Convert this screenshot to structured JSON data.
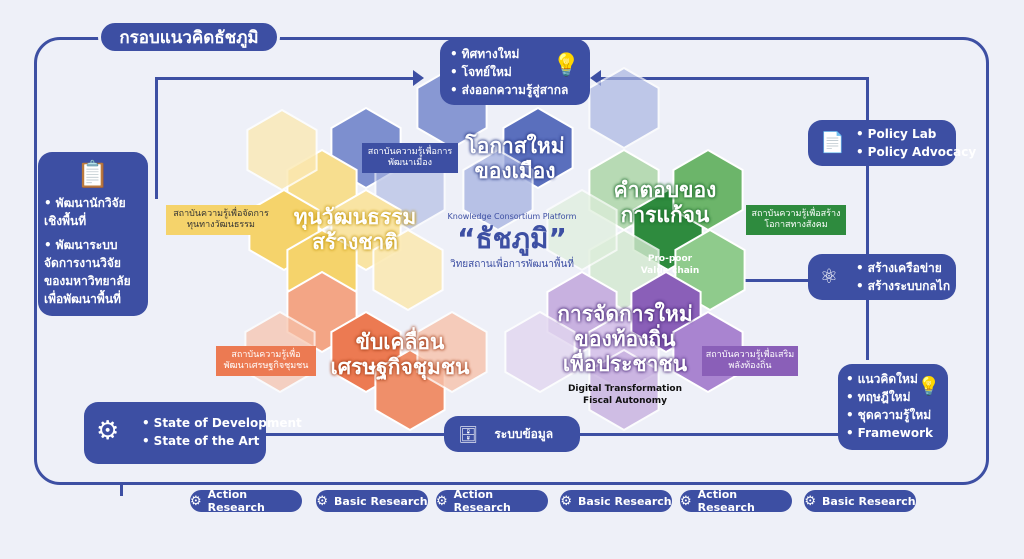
{
  "title": "กรอบแนวคิดธัชภูมิ",
  "top_box": [
    "ทิศทางใหม่",
    "โจทย์ใหม่",
    "ส่งออกความรู้สู่สากล"
  ],
  "left_box": [
    "พัฒนานักวิจัยเชิงพื้นที่",
    "พัฒนาระบบจัดการงานวิจัยของมหาวิทยาลัยเพื่อพัฒนาพื้นที่"
  ],
  "right_top_box": [
    "Policy Lab",
    "Policy Advocacy"
  ],
  "right_mid_box": [
    "สร้างเครือข่าย",
    "สร้างระบบกลไก"
  ],
  "right_bottom_box": [
    "แนวคิดใหม่",
    "ทฤษฎีใหม่",
    "ชุดความรู้ใหม่",
    "Framework"
  ],
  "bottom_left_box": [
    "State of Development",
    "State of the Art"
  ],
  "data_box": "ระบบข้อมูล",
  "center": {
    "platform": "Knowledge Consortium Platform",
    "name": "“ธัชภูมิ”",
    "sub": "วิทยสถานเพื่อการพัฒนาพื้นที่"
  },
  "clusters": {
    "urban": {
      "heading": [
        "โอกาสใหม่",
        "ของเมือง"
      ],
      "inst": "สถาบันความรู้เพื่อการพัฒนาเมือง"
    },
    "culture": {
      "heading": [
        "ทุนวัฒนธรรม",
        "สร้างชาติ"
      ],
      "inst": "สถาบันความรู้เพื่อจัดการทุนทางวัฒนธรรม"
    },
    "poverty": {
      "heading": [
        "คำตอบของ",
        "การแก้จน"
      ],
      "sub": [
        "Pro-poor",
        "Value chain"
      ],
      "inst": "สถาบันความรู้เพื่อสร้างโอกาสทางสังคม"
    },
    "economy": {
      "heading": [
        "ขับเคลื่อน",
        "เศรษฐกิจชุมชน"
      ],
      "inst": "สถาบันความรู้เพื่อพัฒนาเศรษฐกิจชุมชน"
    },
    "local": {
      "heading": [
        "การจัดการใหม่",
        "ของท้องถิ่น",
        "เพื่อประชาชน"
      ],
      "sub": [
        "Digital Transformation",
        "Fiscal Autonomy"
      ],
      "inst": "สถาบันความรู้เพื่อเสริมพลังท้องถิ่น"
    }
  },
  "research_pills": [
    "Action Research",
    "Basic Research",
    "Action Research",
    "Basic Research",
    "Action Research",
    "Basic Research"
  ],
  "colors": {
    "primary": "#3d4fa3",
    "yellow": "#f5d36b",
    "green": "#2e8b3e",
    "orange": "#ec7a52",
    "purple": "#8a5fb8",
    "blue": "#5a6fbd"
  }
}
